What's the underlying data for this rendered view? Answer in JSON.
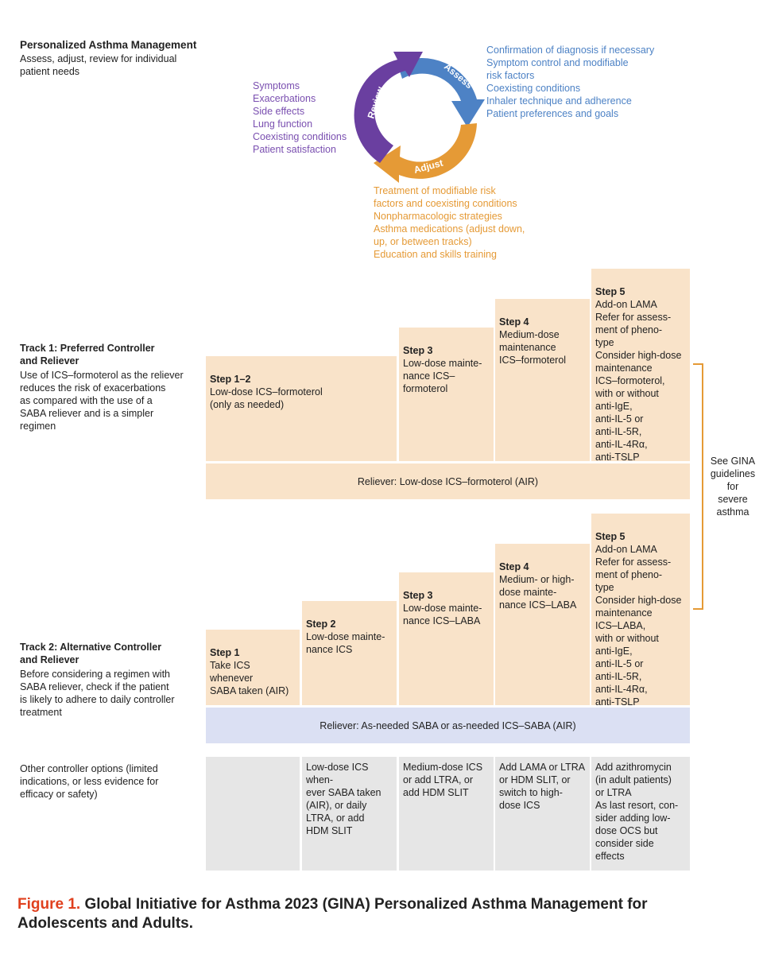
{
  "header": {
    "title": "Personalized Asthma Management",
    "subtitle": "Assess, adjust, review for individual\npatient needs"
  },
  "cycle": {
    "review_label": "Review",
    "assess_label": "Assess",
    "adjust_label": "Adjust",
    "colors": {
      "review": "#6a3fa0",
      "assess": "#4d82c5",
      "adjust": "#e59a36"
    },
    "review_items": "Symptoms\nExacerbations\nSide effects\nLung function\nCoexisting conditions\nPatient satisfaction",
    "assess_items": "Confirmation of diagnosis if necessary\nSymptom control and modifiable\n   risk factors\nCoexisting conditions\nInhaler technique and adherence\nPatient preferences and goals",
    "adjust_items": "Treatment of modifiable risk\n   factors and coexisting conditions\nNonpharmacologic strategies\nAsthma medications (adjust down,\n   up, or between tracks)\nEducation and skills training"
  },
  "track1": {
    "title": "Track 1: Preferred Controller\n      and Reliever",
    "desc": "Use of ICS–formoterol as the reliever\n   reduces the risk of exacerbations\n   as compared with the use of a\n   SABA reliever and is a simpler\n   regimen",
    "steps": [
      {
        "label": "Step 1–2",
        "text": "Low-dose ICS–formoterol\n   (only as needed)"
      },
      {
        "label": "Step 3",
        "text": "Low-dose mainte-\n   nance ICS–\n   formoterol"
      },
      {
        "label": "Step 4",
        "text": "Medium-dose\n   maintenance\n   ICS–formoterol"
      },
      {
        "label": "Step 5",
        "text": "Add-on LAMA\nRefer for assess-\n   ment of pheno-\n   type\nConsider high-dose\n   maintenance\n   ICS–formoterol,\n   with or without\n   anti-IgE,\n   anti-IL-5 or\n   anti-IL-5R,\n   anti-IL-4Rα,\n   anti-TSLP"
      }
    ],
    "reliever": "Reliever: Low-dose ICS–formoterol (AIR)"
  },
  "gina_note": "See GINA\nguidelines\nfor\nsevere\nasthma",
  "track2": {
    "title": "Track 2: Alternative Controller\n      and Reliever",
    "desc": "Before considering a regimen with\n   SABA reliever, check if the patient\n   is likely to adhere to daily controller\n   treatment",
    "steps": [
      {
        "label": "Step 1",
        "text": "Take ICS whenever\n   SABA taken (AIR)"
      },
      {
        "label": "Step 2",
        "text": "Low-dose mainte-\n   nance ICS"
      },
      {
        "label": "Step 3",
        "text": "Low-dose mainte-\n   nance ICS–LABA"
      },
      {
        "label": "Step 4",
        "text": "Medium- or high-\n   dose mainte-\n   nance ICS–LABA"
      },
      {
        "label": "Step 5",
        "text": "Add-on LAMA\nRefer for assess-\n   ment of pheno-\n   type\nConsider high-dose\n   maintenance\n   ICS–LABA,\n   with or without\n   anti-IgE,\n   anti-IL-5 or\n   anti-IL-5R,\n   anti-IL-4Rα,\n   anti-TSLP"
      }
    ],
    "reliever": "Reliever: As-needed SABA or as-needed ICS–SABA (AIR)"
  },
  "other": {
    "label": "Other controller options (limited\n   indications, or less evidence for\n   efficacy or safety)",
    "cells": [
      "",
      "Low-dose ICS when-\n   ever SABA taken\n   (AIR), or daily\n   LTRA, or add\n   HDM SLIT",
      "Medium-dose ICS\n   or add LTRA, or\n   add HDM SLIT",
      "Add LAMA or LTRA\n   or HDM SLIT, or\n   switch to high-\n   dose ICS",
      "Add azithromycin\n   (in adult patients)\n   or LTRA\nAs last resort, con-\n   sider adding low-\n   dose OCS but\n   consider side\n   effects"
    ]
  },
  "caption": {
    "figure_label": "Figure 1.",
    "text": " Global Initiative for Asthma 2023 (GINA) Personalized Asthma Management for Adolescents and Adults."
  }
}
